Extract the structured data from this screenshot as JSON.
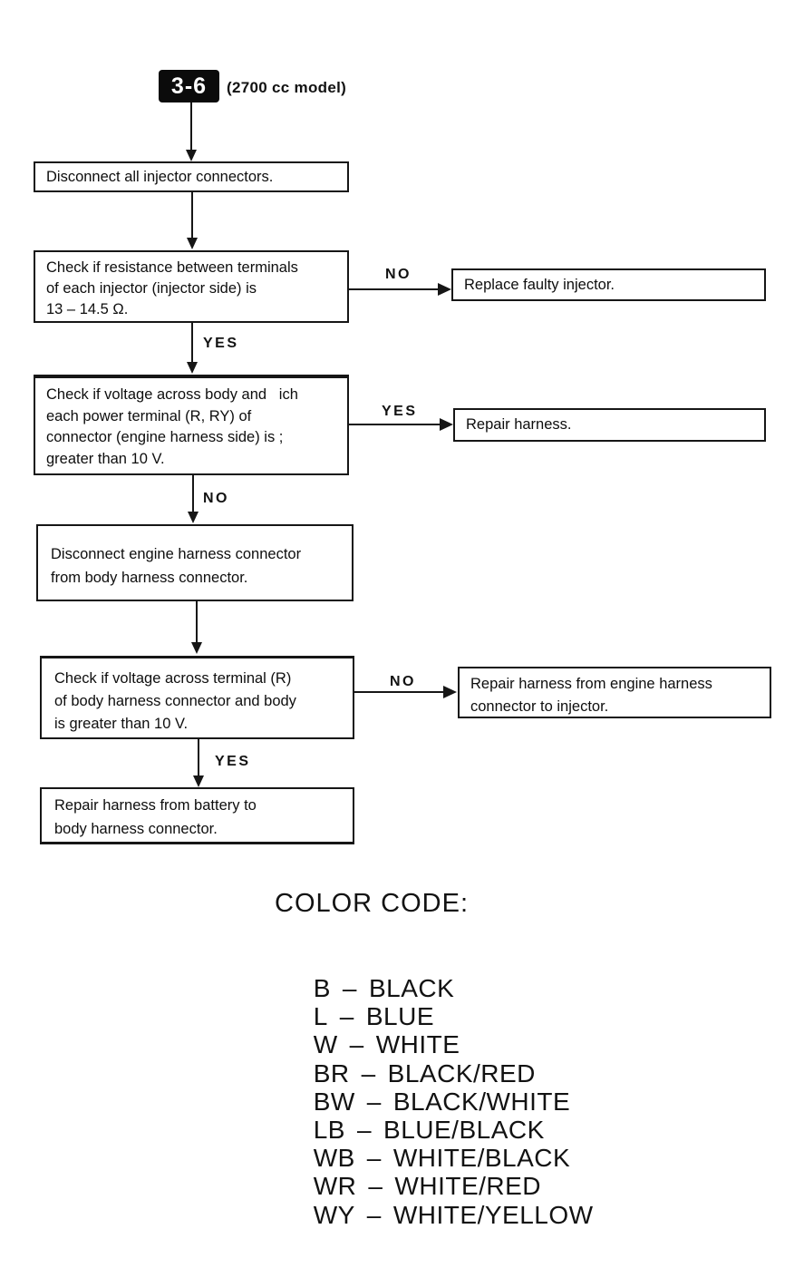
{
  "header": {
    "section_tag": "3-6",
    "model": "(2700 cc model)"
  },
  "flow": {
    "step_disconnect_injectors": {
      "lines": [
        "Disconnect all injector connectors."
      ]
    },
    "step_check_resistance": {
      "lines": [
        "Check if resistance between terminals",
        "of each injector (injector side) is",
        "13 – 14.5 Ω."
      ]
    },
    "branch_no_1": "NO",
    "result_replace_injector": {
      "lines": [
        "Replace faulty injector."
      ]
    },
    "branch_yes_1": "YES",
    "step_check_voltage_engine": {
      "lines": [
        "Check if voltage across body and   ich",
        "each power terminal (R, RY) of",
        "connector (engine harness side) is ;",
        "greater than 10 V."
      ]
    },
    "branch_yes_2": "YES",
    "result_repair_harness": {
      "lines": [
        "Repair harness."
      ]
    },
    "branch_no_2": "NO",
    "step_disconnect_engine_harness": {
      "lines": [
        "Disconnect engine harness connector",
        "from body harness connector."
      ]
    },
    "step_check_voltage_body": {
      "lines": [
        "Check if voltage across terminal (R)",
        "of body harness connector and body",
        "is greater than 10 V."
      ]
    },
    "branch_no_3": "NO",
    "result_repair_engine_to_injector": {
      "lines": [
        "Repair harness from engine harness",
        "connector to injector."
      ]
    },
    "branch_yes_3": "YES",
    "result_repair_battery_to_body": {
      "lines": [
        "Repair harness from battery to",
        "body harness connector."
      ]
    }
  },
  "color_code": {
    "title": "COLOR CODE:",
    "separator": "–",
    "entries": [
      {
        "code": "B",
        "name": "BLACK"
      },
      {
        "code": "L",
        "name": "BLUE"
      },
      {
        "code": "W",
        "name": "WHITE"
      },
      {
        "code": "BR",
        "name": "BLACK/RED"
      },
      {
        "code": "BW",
        "name": "BLACK/WHITE"
      },
      {
        "code": "LB",
        "name": "BLUE/BLACK"
      },
      {
        "code": "WB",
        "name": "WHITE/BLACK"
      },
      {
        "code": "WR",
        "name": "WHITE/RED"
      },
      {
        "code": "WY",
        "name": "WHITE/YELLOW"
      }
    ]
  },
  "colors": {
    "ink": "#161616",
    "paper": "#ffffff",
    "tag_bg": "#0b0b0b",
    "tag_text": "#ffffff"
  }
}
